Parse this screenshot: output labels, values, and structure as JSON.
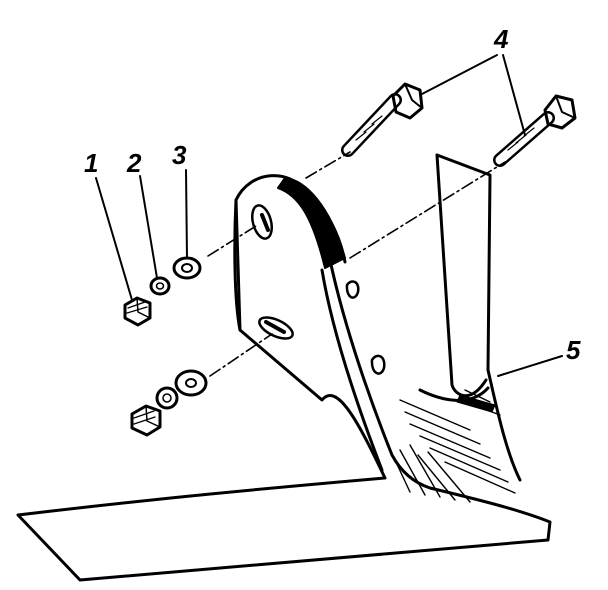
{
  "diagram": {
    "callouts": [
      {
        "id": "1",
        "label": "1",
        "part": "nut"
      },
      {
        "id": "2",
        "label": "2",
        "part": "lock-washer"
      },
      {
        "id": "3",
        "label": "3",
        "part": "flat-washer"
      },
      {
        "id": "4",
        "label": "4",
        "part": "bolts"
      },
      {
        "id": "5",
        "label": "5",
        "part": "tine-shank"
      }
    ],
    "colors": {
      "ink": "#000000",
      "paper": "#ffffff"
    }
  }
}
